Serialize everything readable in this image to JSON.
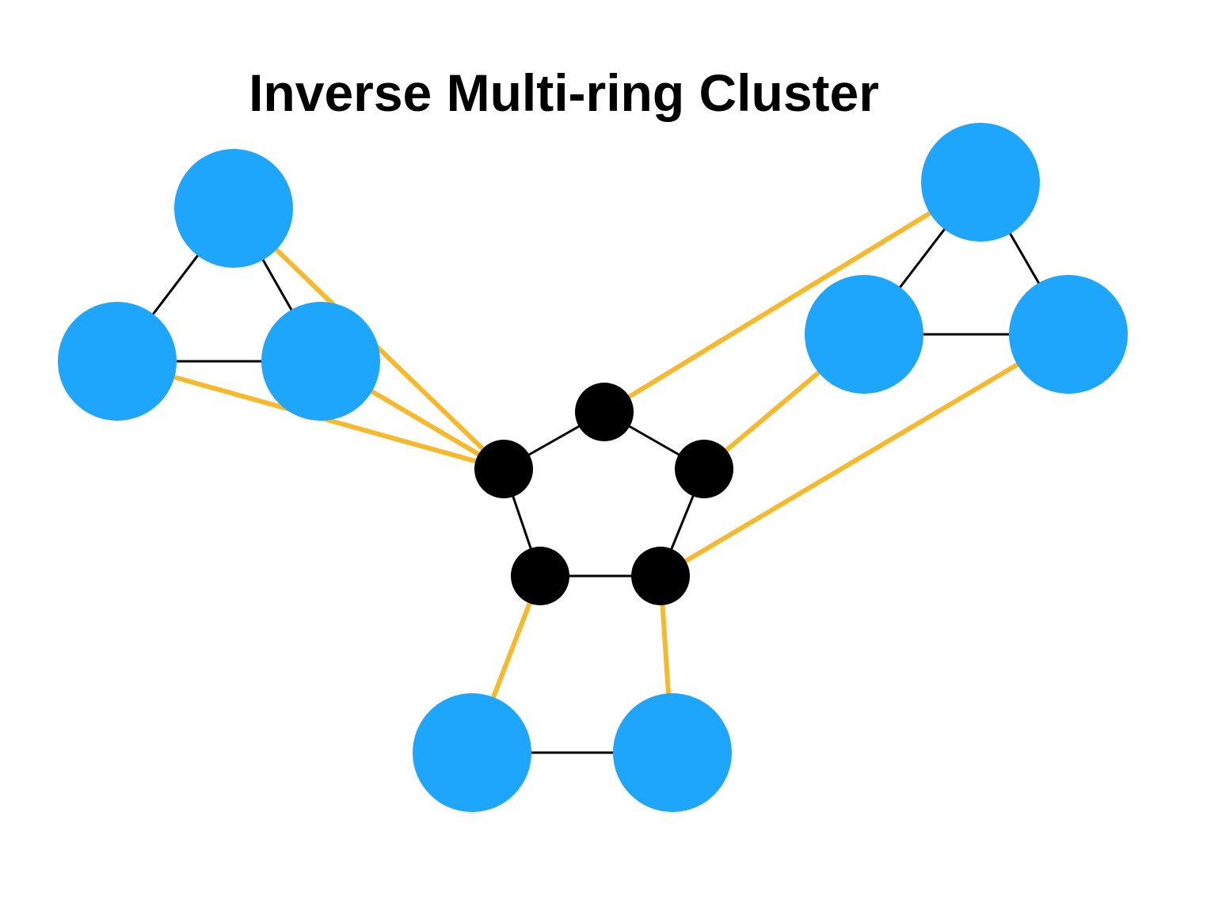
{
  "title": "Inverse Multi-ring Cluster",
  "colors": {
    "background": "#ffffff",
    "core_node": "#000000",
    "outer_node": "#1ea5fc",
    "ring_edge": "#000000",
    "link_edge": "#f6b92b"
  },
  "nodes": [
    {
      "id": "P0",
      "group": "core",
      "role": "core pentagon top"
    },
    {
      "id": "P1",
      "group": "core",
      "role": "core pentagon left"
    },
    {
      "id": "P2",
      "group": "core",
      "role": "core pentagon right"
    },
    {
      "id": "P3",
      "group": "core",
      "role": "core pentagon bottom-left"
    },
    {
      "id": "P4",
      "group": "core",
      "role": "core pentagon bottom-right"
    },
    {
      "id": "L0",
      "group": "outer",
      "cluster": "left",
      "role": "left triangle top"
    },
    {
      "id": "L1",
      "group": "outer",
      "cluster": "left",
      "role": "left triangle left"
    },
    {
      "id": "L2",
      "group": "outer",
      "cluster": "left",
      "role": "left triangle right"
    },
    {
      "id": "R0",
      "group": "outer",
      "cluster": "right",
      "role": "right triangle top"
    },
    {
      "id": "R1",
      "group": "outer",
      "cluster": "right",
      "role": "right triangle left"
    },
    {
      "id": "R2",
      "group": "outer",
      "cluster": "right",
      "role": "right triangle right"
    },
    {
      "id": "B0",
      "group": "outer",
      "cluster": "bottom",
      "role": "bottom pair left"
    },
    {
      "id": "B1",
      "group": "outer",
      "cluster": "bottom",
      "role": "bottom pair right"
    }
  ],
  "edges": [
    {
      "from": "P0",
      "to": "P1",
      "type": "ring"
    },
    {
      "from": "P0",
      "to": "P2",
      "type": "ring"
    },
    {
      "from": "P1",
      "to": "P3",
      "type": "ring"
    },
    {
      "from": "P2",
      "to": "P4",
      "type": "ring"
    },
    {
      "from": "P3",
      "to": "P4",
      "type": "ring"
    },
    {
      "from": "L0",
      "to": "L1",
      "type": "ring"
    },
    {
      "from": "L0",
      "to": "L2",
      "type": "ring"
    },
    {
      "from": "L1",
      "to": "L2",
      "type": "ring"
    },
    {
      "from": "R0",
      "to": "R1",
      "type": "ring"
    },
    {
      "from": "R0",
      "to": "R2",
      "type": "ring"
    },
    {
      "from": "R1",
      "to": "R2",
      "type": "ring"
    },
    {
      "from": "B0",
      "to": "B1",
      "type": "ring"
    },
    {
      "from": "L0",
      "to": "P1",
      "type": "link"
    },
    {
      "from": "L1",
      "to": "P1",
      "type": "link"
    },
    {
      "from": "L2",
      "to": "P1",
      "type": "link"
    },
    {
      "from": "R0",
      "to": "P0",
      "type": "link"
    },
    {
      "from": "R1",
      "to": "P2",
      "type": "link"
    },
    {
      "from": "R2",
      "to": "P4",
      "type": "link"
    },
    {
      "from": "B0",
      "to": "P3",
      "type": "link"
    },
    {
      "from": "B1",
      "to": "P4",
      "type": "link"
    }
  ]
}
